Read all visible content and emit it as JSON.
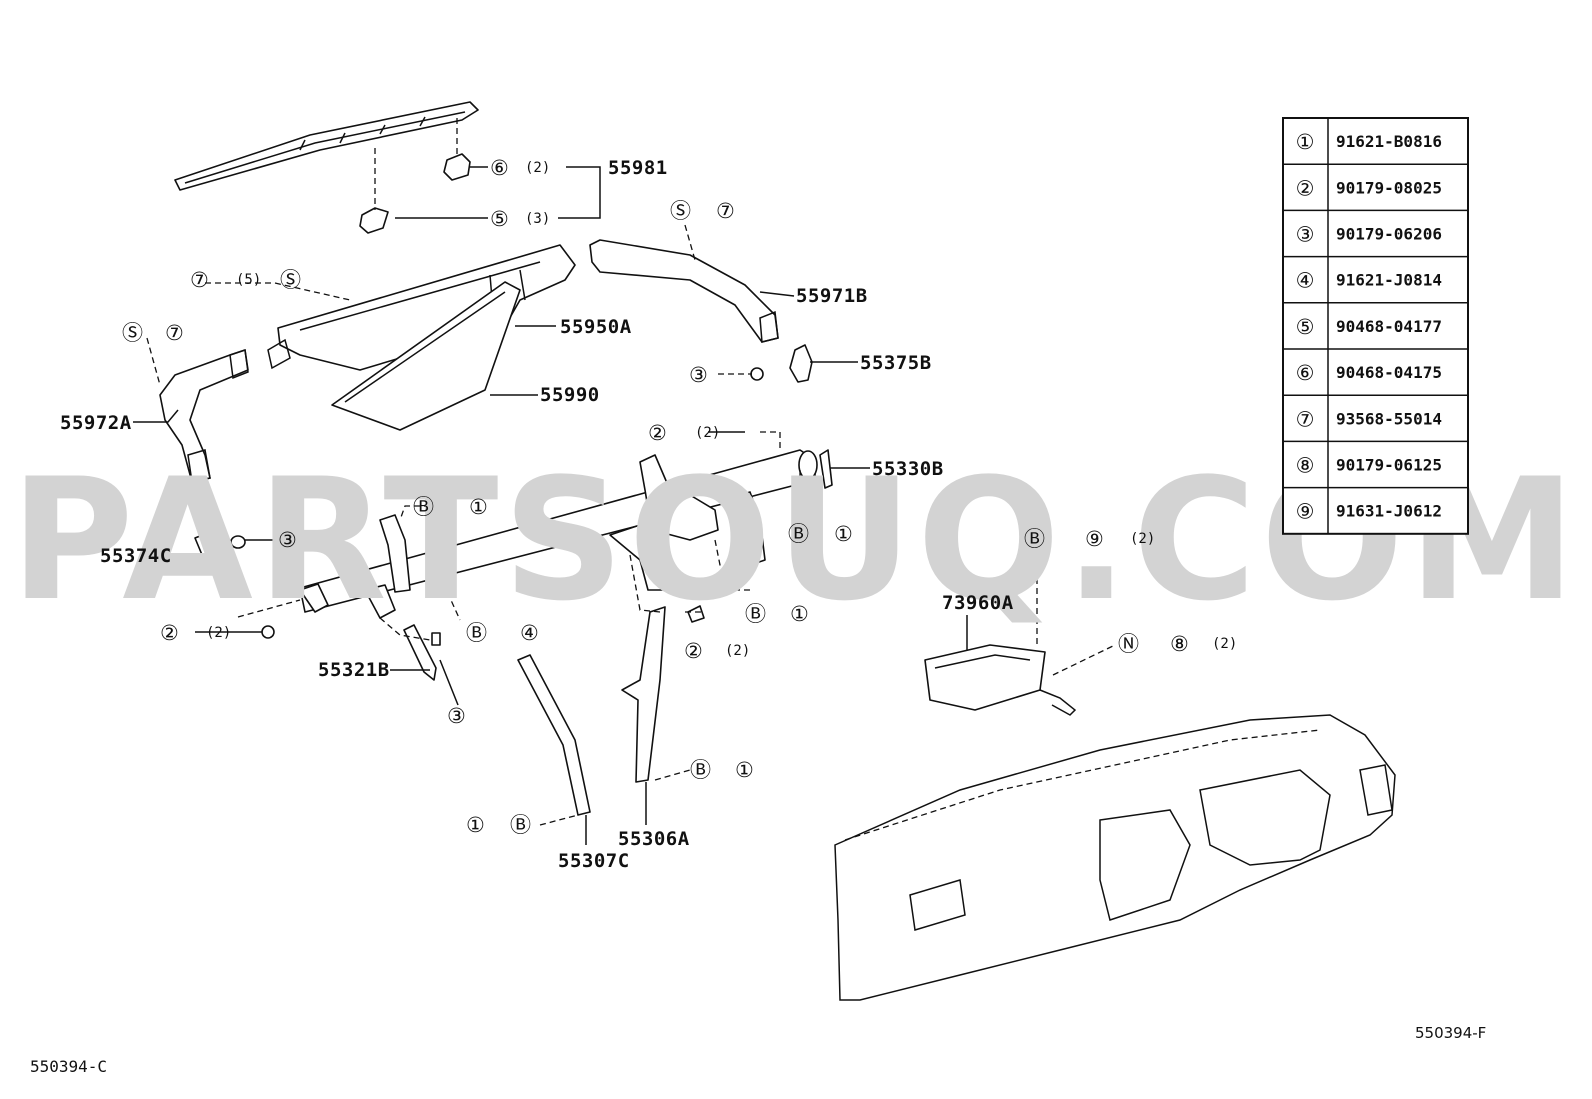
{
  "watermark": "PARTSOUQ.COM",
  "figure_codes": {
    "bottom_left": "550394-C",
    "bottom_right": "550394-F"
  },
  "part_labels": {
    "p55981": "55981",
    "p55971B": "55971B",
    "p55950A": "55950A",
    "p55972A": "55972A",
    "p55990": "55990",
    "p55375B": "55375B",
    "p55330B": "55330B",
    "p55374C": "55374C",
    "p55321B": "55321B",
    "p73960A": "73960A",
    "p55306A": "55306A",
    "p55307C": "55307C"
  },
  "symbols": {
    "one": "①",
    "two": "②",
    "three": "③",
    "four": "④",
    "five": "⑤",
    "six": "⑥",
    "seven": "⑦",
    "eight": "⑧",
    "nine": "⑨",
    "B": "Ⓑ",
    "S": "Ⓢ",
    "N": "Ⓝ"
  },
  "qty": {
    "q2": "(2)",
    "q3": "(3)",
    "q5": "(5)"
  },
  "fastener_table": [
    {
      "ref": "①",
      "code": "91621-B0816"
    },
    {
      "ref": "②",
      "code": "90179-08025"
    },
    {
      "ref": "③",
      "code": "90179-06206"
    },
    {
      "ref": "④",
      "code": "91621-J0814"
    },
    {
      "ref": "⑤",
      "code": "90468-04177"
    },
    {
      "ref": "⑥",
      "code": "90468-04175"
    },
    {
      "ref": "⑦",
      "code": "93568-55014"
    },
    {
      "ref": "⑧",
      "code": "90179-06125"
    },
    {
      "ref": "⑨",
      "code": "91631-J0612"
    }
  ]
}
